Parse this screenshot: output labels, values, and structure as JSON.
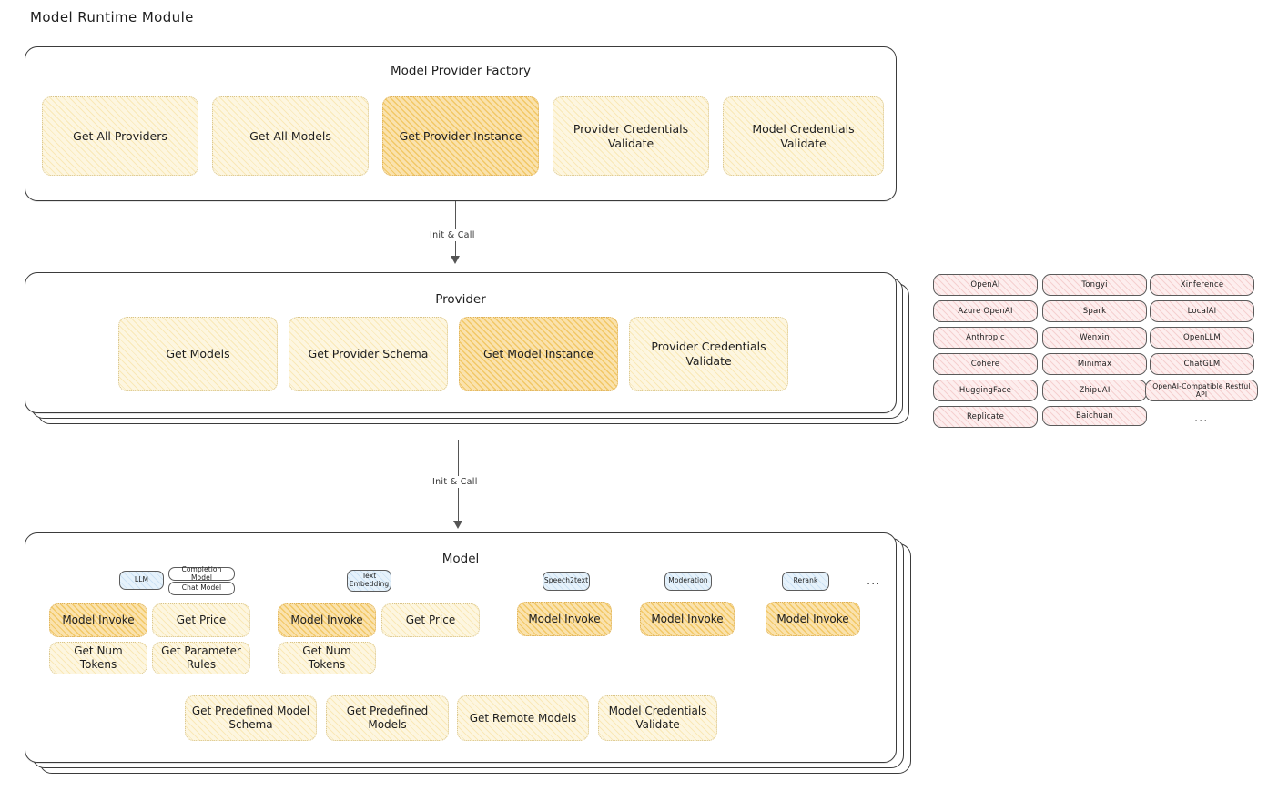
{
  "page": {
    "title": "Model Runtime Module"
  },
  "colors": {
    "node_light": "#fdf6e0",
    "node_highlight": "#fae2ad",
    "provider_chip": "#fdeeee",
    "badge_active": "#e6f2fb",
    "stroke": "#3b3b3b"
  },
  "factory": {
    "title": "Model Provider Factory",
    "nodes": [
      {
        "label": "Get All Providers",
        "highlighted": false
      },
      {
        "label": "Get All Models",
        "highlighted": false
      },
      {
        "label": "Get Provider Instance",
        "highlighted": true
      },
      {
        "label": "Provider Credentials Validate",
        "highlighted": false
      },
      {
        "label": "Model Credentials Validate",
        "highlighted": false
      }
    ]
  },
  "arrows": [
    {
      "label": "Init & Call"
    },
    {
      "label": "Init & Call"
    }
  ],
  "provider": {
    "title": "Provider",
    "nodes": [
      {
        "label": "Get Models",
        "highlighted": false
      },
      {
        "label": "Get Provider Schema",
        "highlighted": false
      },
      {
        "label": "Get Model Instance",
        "highlighted": true
      },
      {
        "label": "Provider Credentials Validate",
        "highlighted": false
      }
    ]
  },
  "provider_list": {
    "columns": [
      [
        "OpenAI",
        "Azure OpenAI",
        "Anthropic",
        "Cohere",
        "HuggingFace",
        "Replicate"
      ],
      [
        "Tongyi",
        "Spark",
        "Wenxin",
        "Minimax",
        "ZhipuAI",
        "Baichuan"
      ],
      [
        "Xinference",
        "LocalAI",
        "OpenLLM",
        "ChatGLM",
        "OpenAI-Compatible Restful API"
      ]
    ],
    "more_mark": "..."
  },
  "model": {
    "title": "Model",
    "more_mark": "...",
    "groups": [
      {
        "badge": "LLM",
        "badge_style": "blue",
        "sub_badges": [
          "Completion Model",
          "Chat Model"
        ],
        "nodes": [
          {
            "label": "Model Invoke",
            "highlighted": true
          },
          {
            "label": "Get Price",
            "highlighted": false
          },
          {
            "label": "Get Num Tokens",
            "highlighted": false
          },
          {
            "label": "Get Parameter Rules",
            "highlighted": false
          }
        ]
      },
      {
        "badge": "Text Embedding",
        "badge_style": "blue",
        "sub_badges": [],
        "nodes": [
          {
            "label": "Model Invoke",
            "highlighted": true
          },
          {
            "label": "Get Price",
            "highlighted": false
          },
          {
            "label": "Get Num Tokens",
            "highlighted": false
          }
        ]
      },
      {
        "badge": "Speech2text",
        "badge_style": "blue",
        "sub_badges": [],
        "nodes": [
          {
            "label": "Model Invoke",
            "highlighted": true
          }
        ]
      },
      {
        "badge": "Moderation",
        "badge_style": "blue",
        "sub_badges": [],
        "nodes": [
          {
            "label": "Model Invoke",
            "highlighted": true
          }
        ]
      },
      {
        "badge": "Rerank",
        "badge_style": "blue",
        "sub_badges": [],
        "nodes": [
          {
            "label": "Model Invoke",
            "highlighted": true
          }
        ]
      }
    ],
    "shared_nodes": [
      {
        "label": "Get Predefined Model Schema"
      },
      {
        "label": "Get Predefined Models"
      },
      {
        "label": "Get Remote Models"
      },
      {
        "label": "Model Credentials Validate"
      }
    ]
  }
}
